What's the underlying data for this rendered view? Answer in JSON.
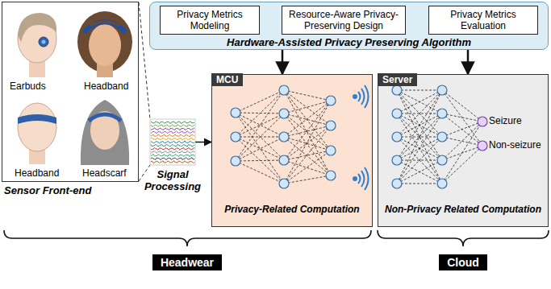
{
  "diagram": {
    "nodes": [
      {
        "text": [
          "Hardware-Assisted Privacy Preserving Algorithm"
        ]
      },
      {
        "text": [
          "Privacy Metrics Modeling"
        ],
        "in": 0
      },
      {
        "text": [
          "Resource-Aware Privacy-Preserving Design"
        ],
        "in": 0
      },
      {
        "text": [
          "Privacy Metrics Evaluation"
        ],
        "in": 0
      },
      {
        "text": [
          "Sensor Front-end"
        ]
      },
      {
        "text": [
          "Signal Processing"
        ]
      },
      {
        "text": [
          "MCU",
          "Privacy-Related Computation"
        ]
      },
      {
        "text": [
          "Server",
          "Non-Privacy Related Computation"
        ]
      }
    ],
    "edges": [
      {
        "from": 1,
        "to": 2,
        "arrow": "to"
      },
      {
        "from": 2,
        "to": 3,
        "arrow": "to"
      },
      {
        "from": 0,
        "to": 6,
        "arrow": "to"
      },
      {
        "from": 0,
        "to": 7,
        "arrow": "to"
      },
      {
        "from": 5,
        "to": 6,
        "arrow": "to"
      }
    ],
    "labels": [
      "Earbuds",
      "Headband",
      "Headband",
      "Headscarf",
      "Seizure",
      "Non-seizure",
      "Headwear",
      "Cloud"
    ]
  }
}
